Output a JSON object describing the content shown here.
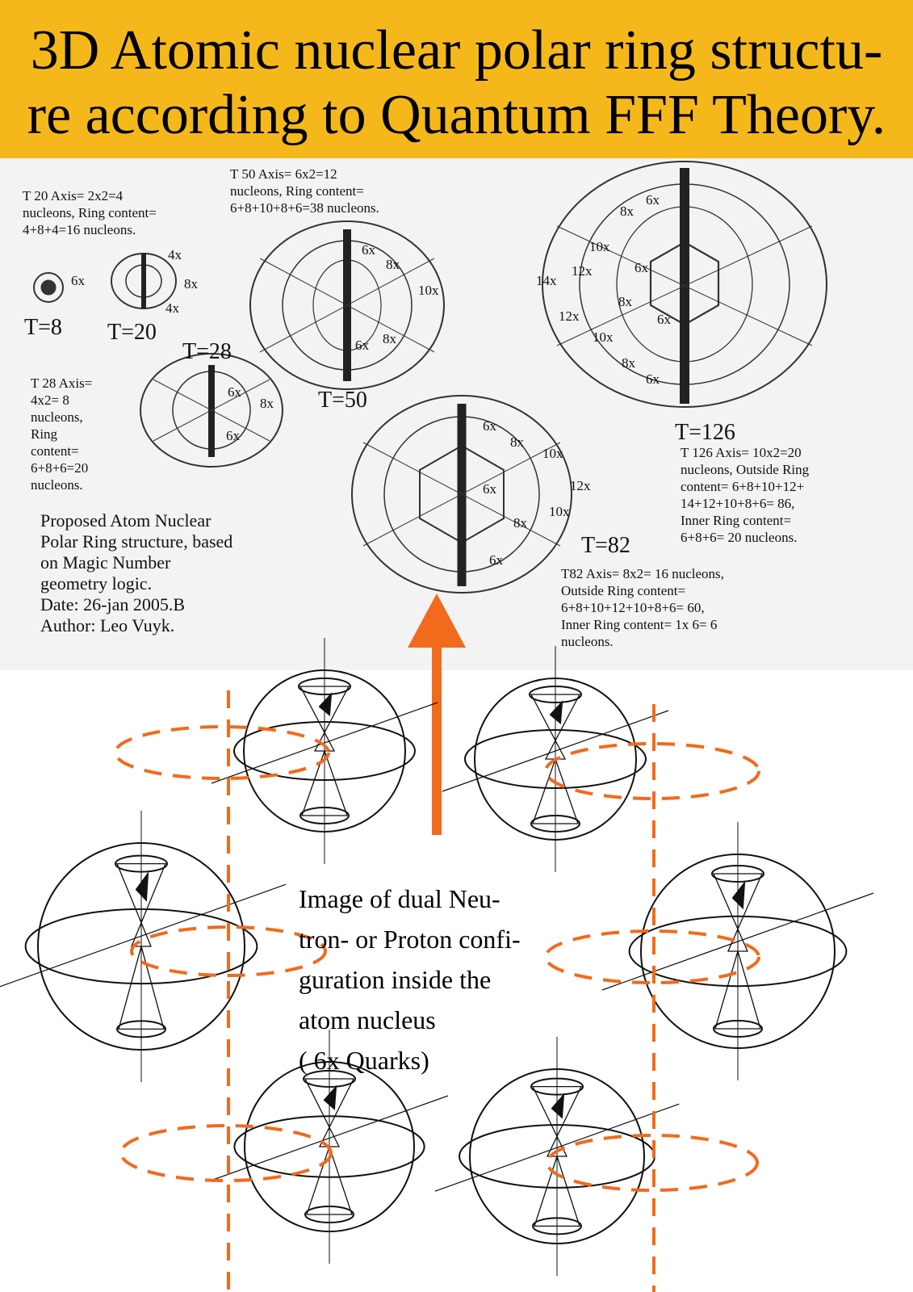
{
  "header": {
    "title_line1": "3D Atomic nuclear polar ring structu-",
    "title_line2": "re according to Quantum FFF Theory.",
    "background_color": "#f5b81b"
  },
  "structures": {
    "t8": {
      "label": "T=8",
      "ring_marks": [
        "6x"
      ]
    },
    "t20": {
      "label": "T=20",
      "note": [
        "T 20 Axis= 2x2=4",
        "nucleons, Ring content=",
        "4+8+4=16 nucleons."
      ],
      "ring_marks": [
        "4x",
        "8x",
        "4x"
      ]
    },
    "t28": {
      "label": "T=28",
      "note": [
        "T 28 Axis=",
        "4x2= 8",
        "nucleons,",
        "Ring",
        "content=",
        "6+8+6=20",
        "nucleons."
      ],
      "ring_marks": [
        "6x",
        "8x",
        "6x"
      ]
    },
    "t50": {
      "label": "T=50",
      "note": [
        "T 50 Axis= 6x2=12",
        "nucleons, Ring content=",
        "6+8+10+8+6=38 nucleons."
      ],
      "ring_marks": [
        "6x",
        "8x",
        "10x",
        "6x",
        "8x"
      ]
    },
    "t82": {
      "label": "T=82",
      "note": [
        "T82 Axis= 8x2= 16 nucleons,",
        "Outside Ring content=",
        "6+8+10+12+10+8+6= 60,",
        "Inner Ring content= 1x 6= 6",
        "nucleons."
      ],
      "ring_marks": [
        "6x",
        "8x",
        "10x",
        "12x",
        "6x",
        "10x",
        "8x",
        "6x"
      ]
    },
    "t126": {
      "label": "T=126",
      "note": [
        "T 126 Axis= 10x2=20",
        "nucleons, Outside Ring",
        "content= 6+8+10+12+",
        "14+12+10+8+6= 86,",
        "Inner Ring content=",
        "6+8+6= 20 nucleons."
      ],
      "ring_marks": [
        "6x",
        "8x",
        "10x",
        "12x",
        "14x",
        "6x",
        "8x",
        "12x",
        "6x",
        "10x",
        "8x",
        "6x"
      ]
    }
  },
  "proposal_note": [
    "Proposed Atom Nuclear",
    "Polar Ring structure, based",
    "on Magic Number",
    "geometry logic.",
    "Date: 26-jan 2005.B",
    "Author: Leo Vuyk."
  ],
  "quark_caption": [
    "Image of dual Neu-",
    "tron- or Proton confi-",
    "guration inside the",
    "atom nucleus",
    "( 6x Quarks)"
  ],
  "colors": {
    "accent_orange": "#f26a1b",
    "ink": "#222222",
    "scan_background": "#f3f3f3"
  }
}
